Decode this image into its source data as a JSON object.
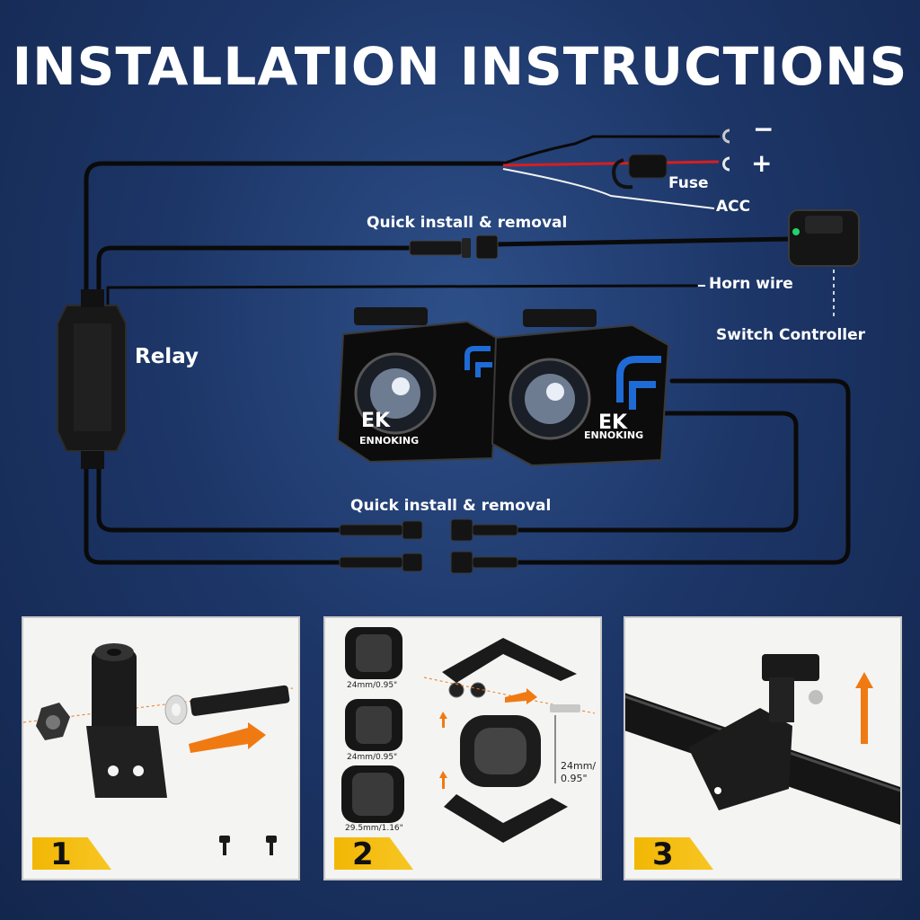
{
  "title": "INSTALLATION INSTRUCTIONS",
  "diagram": {
    "labels": {
      "minus": "−",
      "plus": "+",
      "fuse": "Fuse",
      "acc": "ACC",
      "quick_install_top": "Quick install & removal",
      "horn_wire": "Horn wire",
      "switch_controller": "Switch Controller",
      "relay": "Relay",
      "quick_install_bottom": "Quick install & removal"
    },
    "lights": [
      {
        "brand": "ENNOKING",
        "logo": "EK"
      },
      {
        "brand": "ENNOKING",
        "logo": "EK"
      }
    ],
    "colors": {
      "accent_blue": "#1e6bd6",
      "wire_red": "#d81e1e",
      "step_yellow": "#f2b705",
      "arrow_orange": "#f07a12"
    }
  },
  "steps": [
    {
      "number": "1"
    },
    {
      "number": "2",
      "sizes": [
        "24mm/0.95\"",
        "24mm/0.95\"",
        "29.5mm/1.16\""
      ],
      "dimension": [
        "24mm/",
        "0.95\""
      ]
    },
    {
      "number": "3"
    }
  ]
}
